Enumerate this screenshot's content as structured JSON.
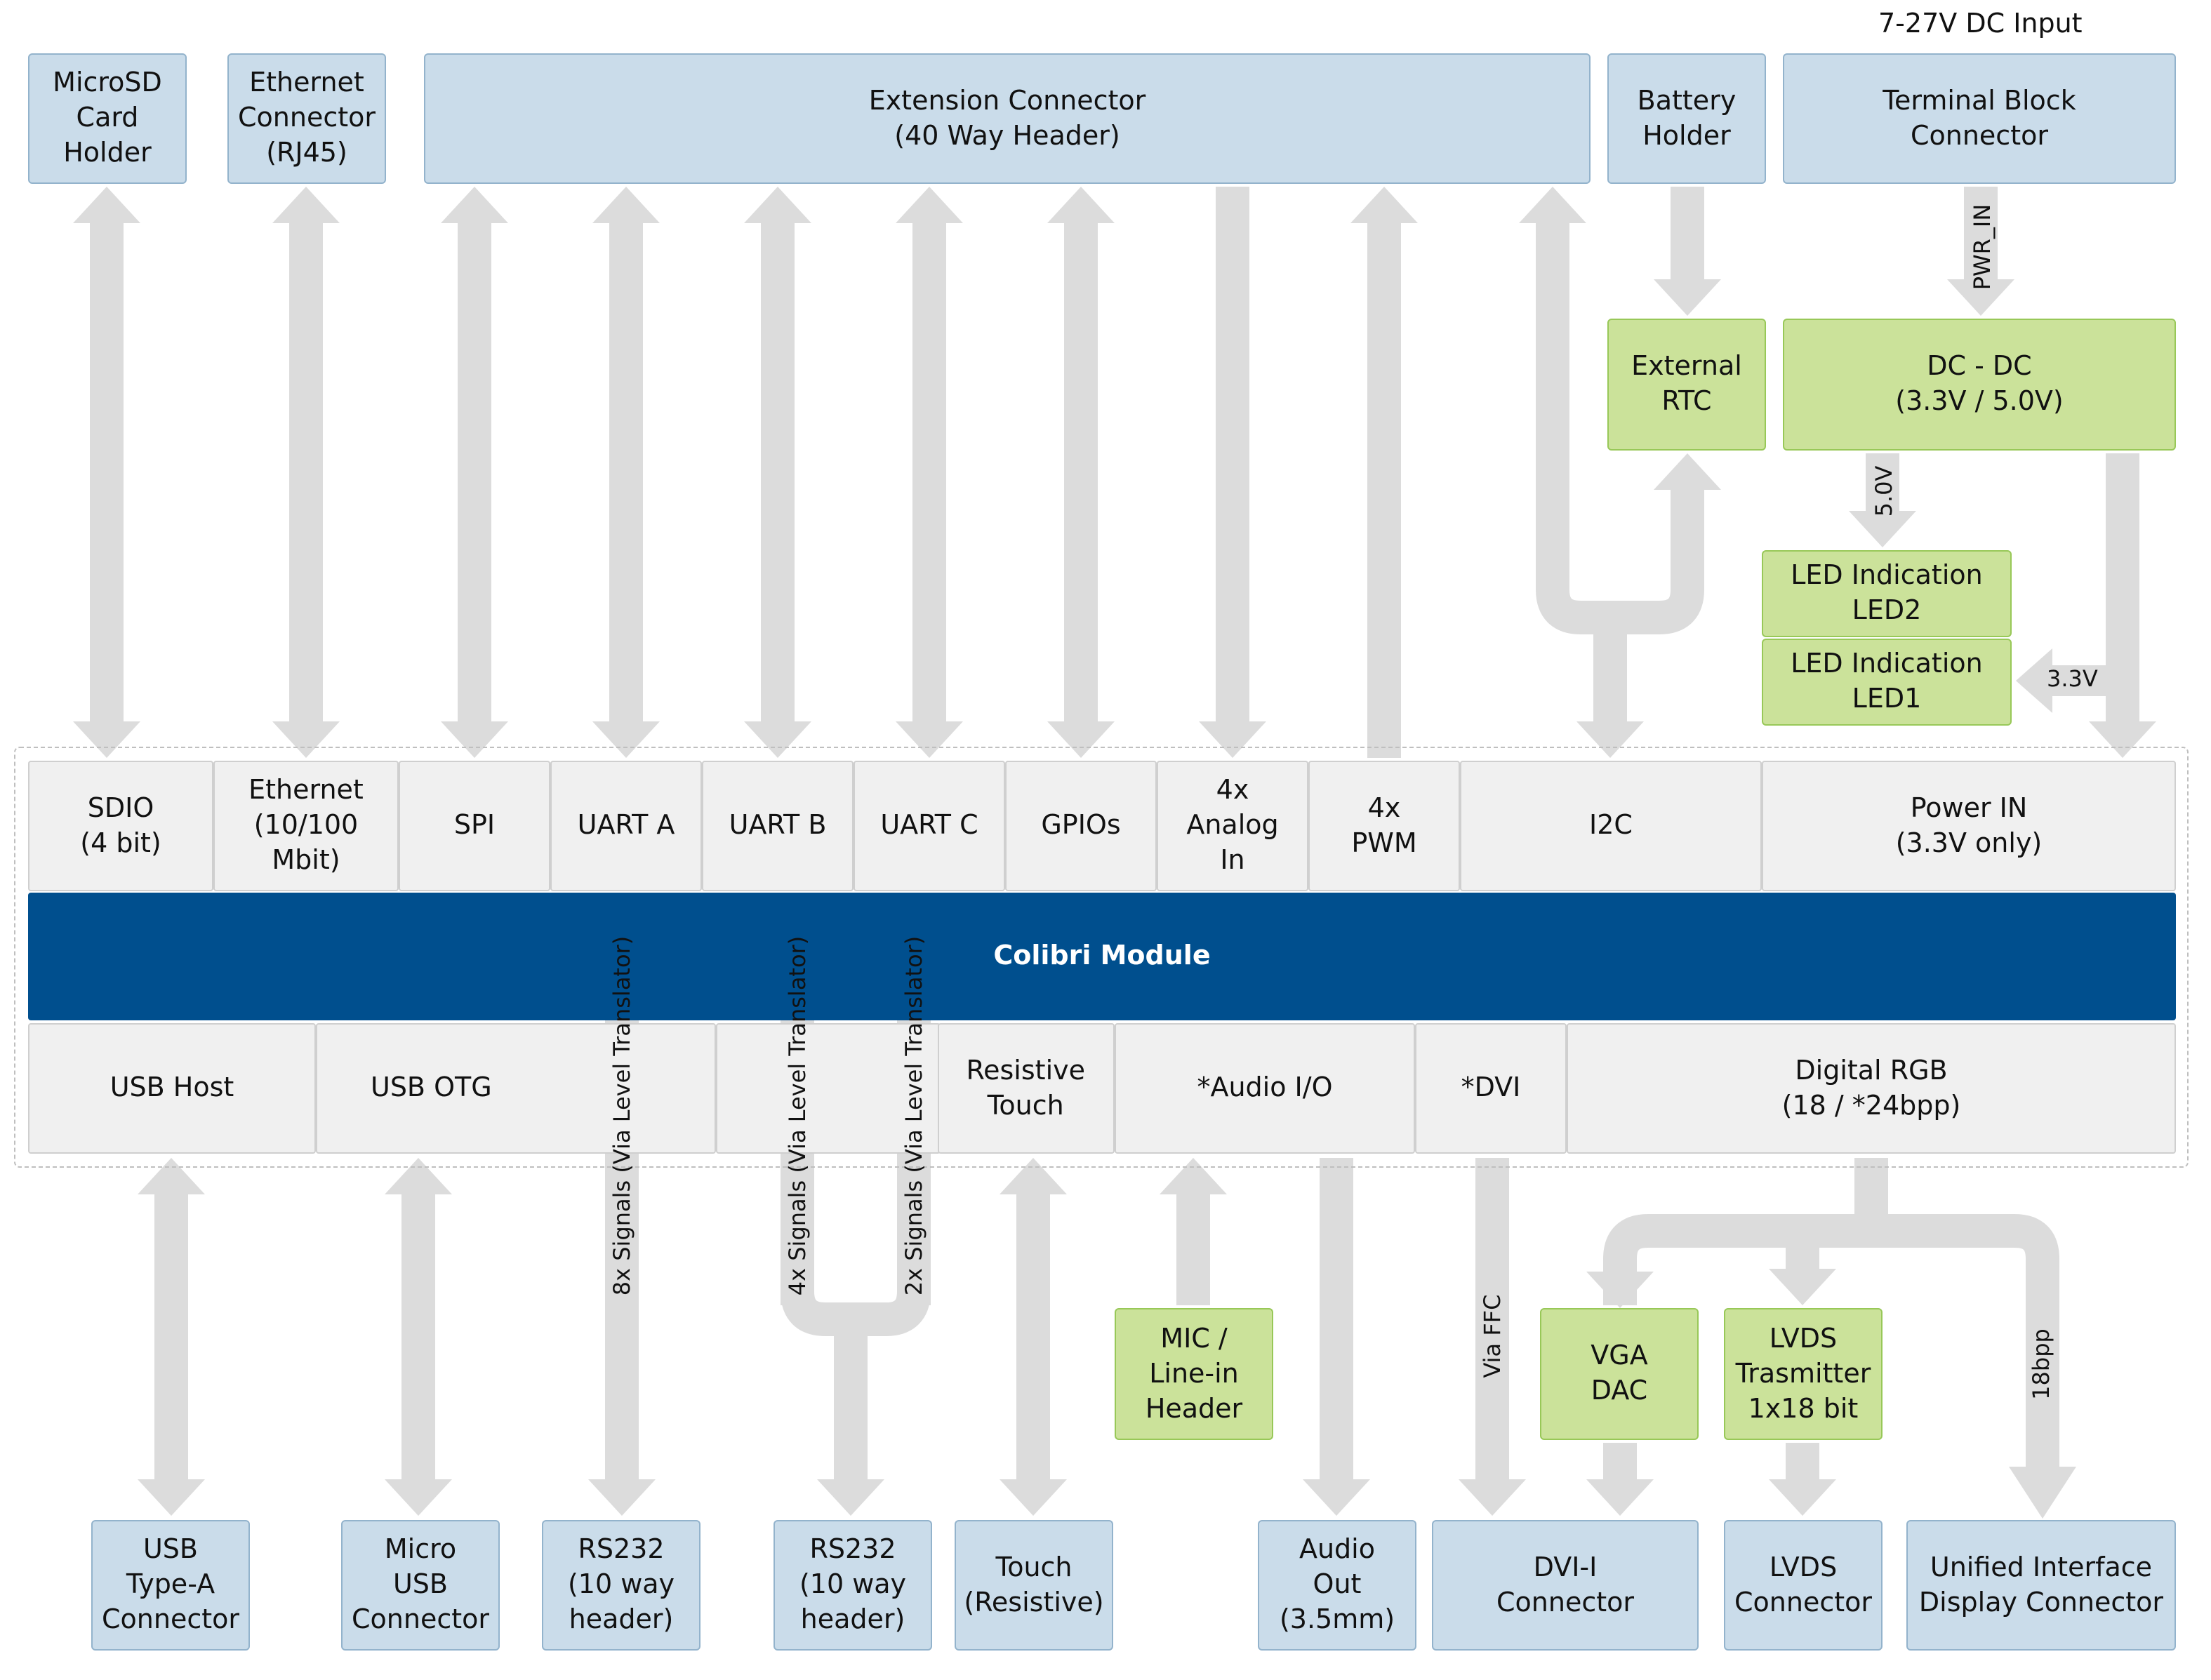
{
  "top_boxes": {
    "microsd": "MicroSD\nCard\nHolder",
    "ethernet_conn": "Ethernet\nConnector\n(RJ45)",
    "extension": "Extension Connector\n(40 Way Header)",
    "battery": "Battery\nHolder",
    "terminal": "Terminal Block\nConnector",
    "dc_input": "7-27V DC Input"
  },
  "mid_boxes": {
    "rtc": "External\nRTC",
    "dcdc": "DC - DC\n(3.3V / 5.0V)",
    "led2": "LED Indication\nLED2",
    "led1": "LED Indication\nLED1"
  },
  "power_labels": {
    "pwr_in": "PWR_IN",
    "v5": "5.0V",
    "v33": "3.3V"
  },
  "module_top": [
    "SDIO\n(4 bit)",
    "Ethernet\n(10/100 Mbit)",
    "SPI",
    "UART A",
    "UART B",
    "UART C",
    "GPIOs",
    "4x\nAnalog\nIn",
    "4x\nPWM",
    "I2C",
    "Power IN\n(3.3V only)"
  ],
  "module_name": "Colibri Module",
  "module_bottom": [
    "USB Host",
    "USB OTG",
    "",
    "Resistive\nTouch",
    "*Audio I/O",
    "*DVI",
    "Digital RGB\n(18 / *24bpp)"
  ],
  "signal_labels": {
    "uart_a": "8x Signals (Via Level Translator)",
    "uart_b": "4x Signals (Via Level Translator)",
    "uart_c": "2x Signals (Via Level Translator)",
    "ffc": "Via FFC",
    "bpp": "18bpp"
  },
  "lower_mid_boxes": {
    "mic": "MIC /\nLine-in\nHeader",
    "vga": "VGA\nDAC",
    "lvds_tx": "LVDS\nTrasmitter\n1x18 bit"
  },
  "bottom_boxes": {
    "usb_a": "USB\nType-A\nConnector",
    "micro_usb": "Micro\nUSB\nConnector",
    "rs232_a": "RS232\n(10 way\nheader)",
    "rs232_b": "RS232\n(10 way\nheader)",
    "touch": "Touch\n(Resistive)",
    "audio_out": "Audio\nOut\n(3.5mm)",
    "dvi": "DVI-I\nConnector",
    "lvds_conn": "LVDS\nConnector",
    "unified": "Unified Interface\nDisplay Connector"
  },
  "colors": {
    "blue_box": "#cadcea",
    "green_box": "#cbe29a",
    "module": "#004f8e",
    "arrow": "#dcdcdc"
  }
}
